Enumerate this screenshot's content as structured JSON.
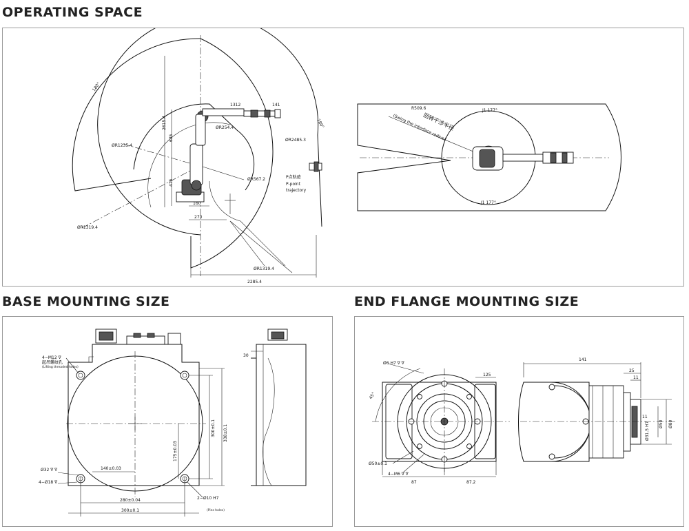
{
  "sections": {
    "operating_space": "OPERATING SPACE",
    "base_mounting": "BASE MOUNTING SIZE",
    "end_flange": "END FLANGE MOUNTING SIZE"
  },
  "operating": {
    "dims": [
      "1312",
      "141",
      "ØR254.4",
      "ØR1235.4",
      "ØR2485.3",
      "ØR567.2",
      "ØR1319.4",
      "ØR1319.4",
      "2285.4",
      "270",
      "160",
      "635",
      "475",
      "2615.4",
      "180°",
      "180°"
    ],
    "p_point_cn": "P点轨迹",
    "p_point_en_1": "P-point",
    "p_point_en_2": "trajectory",
    "swing_cn": "回转干涉半径",
    "swing_en": "(Swing the interface radius)",
    "swing_dim": "R509.6",
    "j1_top": "J1 177°",
    "j1_bottom": "J1 177°"
  },
  "base": {
    "lift_label": "4−M12 ∇",
    "lift_cn": "起吊螺纹孔",
    "lift_en": "(Lifting threaded holes)",
    "d32": "Ø32 ∇ ∇",
    "d18": "4−Ø18 ∇",
    "d140": "140±0.03",
    "d175": "175±0.03",
    "d300v": "300±0.1",
    "d338": "338±0.1",
    "d280": "280±0.04",
    "d300h": "300±0.1",
    "d30": "30",
    "pin": "2−Ø10 H7",
    "pin_en": "(Pins holes)"
  },
  "flange": {
    "holes": "Ø6 H7 ∇ ∇",
    "angle": "45°",
    "d125": "125",
    "d50": "Ø50±0.1",
    "m6": "4−M6 ∇ ∇",
    "d87": "87",
    "d872": "87.2",
    "d141": "141",
    "d25": "25",
    "d11": "11",
    "d11b": "11",
    "d315": "Ø31.5 H7",
    "d50b": "Ø50",
    "d80": "Ø80"
  }
}
